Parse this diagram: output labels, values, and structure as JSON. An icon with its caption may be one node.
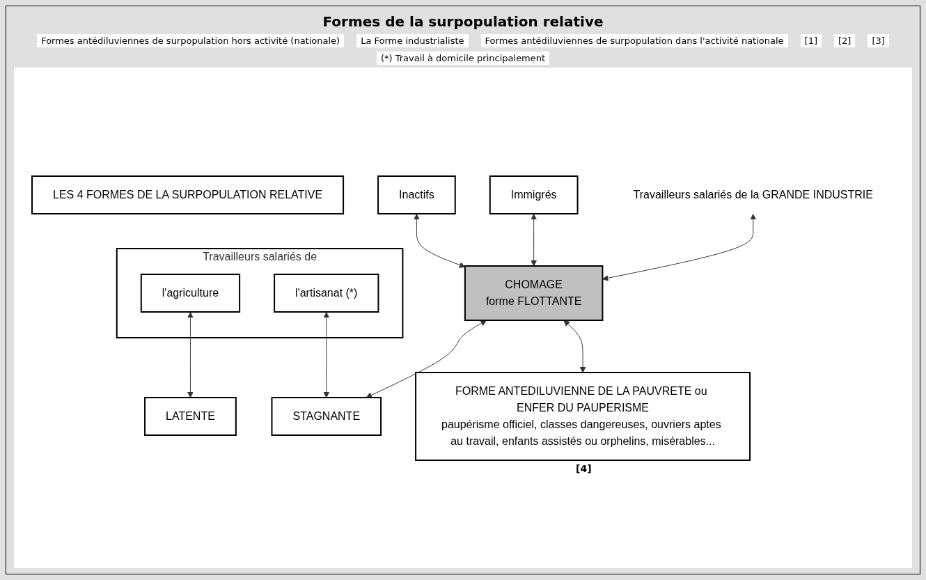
{
  "diagram": {
    "title": "Formes de la surpopulation relative",
    "nodes": [
      {
        "text": [
          "LES 4 FORMES DE LA SURPOPULATION RELATIVE"
        ]
      },
      {
        "text": [
          "Inactifs"
        ]
      },
      {
        "text": [
          "Immigrés"
        ]
      },
      {
        "text": [
          "Travailleurs salariés de la GRANDE INDUSTRIE"
        ]
      },
      {
        "text": [
          "Travailleurs salariés de"
        ]
      },
      {
        "text": [
          "l'agriculture"
        ],
        "in": 4
      },
      {
        "text": [
          "l'artisanat (*)"
        ],
        "in": 4
      },
      {
        "text": [
          "CHOMAGE",
          "forme FLOTTANTE"
        ]
      },
      {
        "text": [
          "LATENTE"
        ]
      },
      {
        "text": [
          "STAGNANTE"
        ]
      },
      {
        "text": [
          "FORME ANTEDILUVIENNE DE LA PAUVRETE ou ENFER DU PAUPERISME",
          "paupérisme officiel, classes dangereuses, ouvriers aptes au travail, enfants assistés ou orphelins, misérables..."
        ],
        "beside": [
          "[4]"
        ]
      }
    ],
    "edges": [
      {
        "from": 1,
        "to": 7,
        "arrow": "both"
      },
      {
        "from": 2,
        "to": 7,
        "arrow": "both"
      },
      {
        "from": 3,
        "to": 7,
        "arrow": "both"
      },
      {
        "from": 5,
        "to": 8,
        "arrow": "both"
      },
      {
        "from": 6,
        "to": 9,
        "arrow": "both"
      },
      {
        "from": 7,
        "to": 9,
        "arrow": "both"
      },
      {
        "from": 7,
        "to": 10,
        "arrow": "both"
      }
    ],
    "labels": [
      "Formes antédiluviennes de surpopulation hors activité (nationale)",
      "La Forme industrialiste",
      "Formes antédiluviennes de surpopulation dans l'activité nationale",
      "[1]",
      "[2]",
      "[3]",
      "(*) Travail à domicile principalement"
    ]
  }
}
